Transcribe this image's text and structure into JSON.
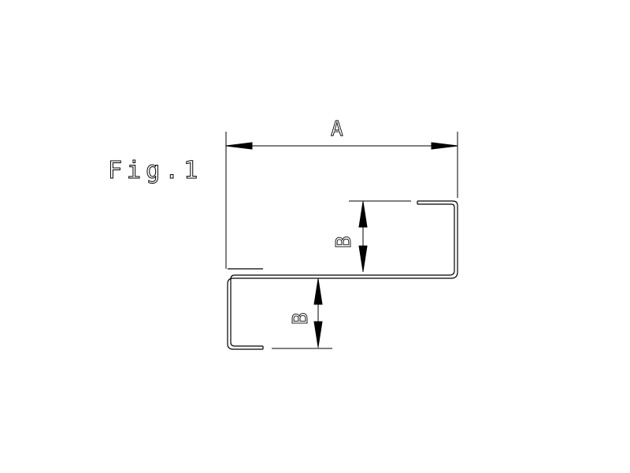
{
  "figure": {
    "label": "Fig.1"
  },
  "dimensions": {
    "width_label": "A",
    "upper_height_label": "B",
    "lower_height_label": "B"
  },
  "colors": {
    "line": "#000000",
    "background": "#ffffff"
  }
}
